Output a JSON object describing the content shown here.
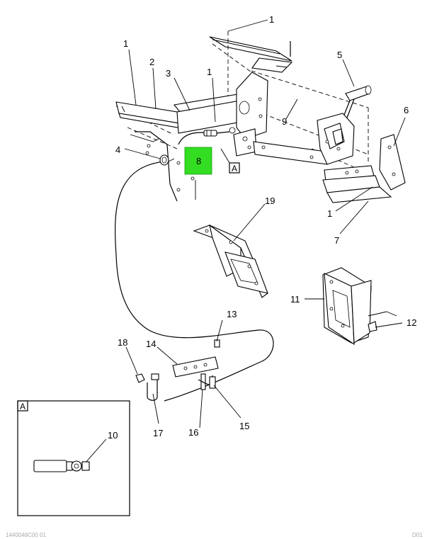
{
  "callouts": {
    "c1_top": "1",
    "c1_left": "1",
    "c2": "2",
    "c3": "3",
    "c1_mid": "1",
    "c5": "5",
    "c6": "6",
    "c9": "9",
    "c4": "4",
    "c8": "8",
    "c1_right": "1",
    "c7": "7",
    "c19": "19",
    "c11": "11",
    "c12": "12",
    "c13": "13",
    "c14": "14",
    "c18": "18",
    "c17": "17",
    "c16": "16",
    "c15": "15",
    "c10": "10"
  },
  "detail_markers": {
    "main_view": "A",
    "inset": "A"
  },
  "highlight_color": "#33dd22",
  "footer": {
    "left": "1440048C00 01",
    "right": "D01"
  }
}
